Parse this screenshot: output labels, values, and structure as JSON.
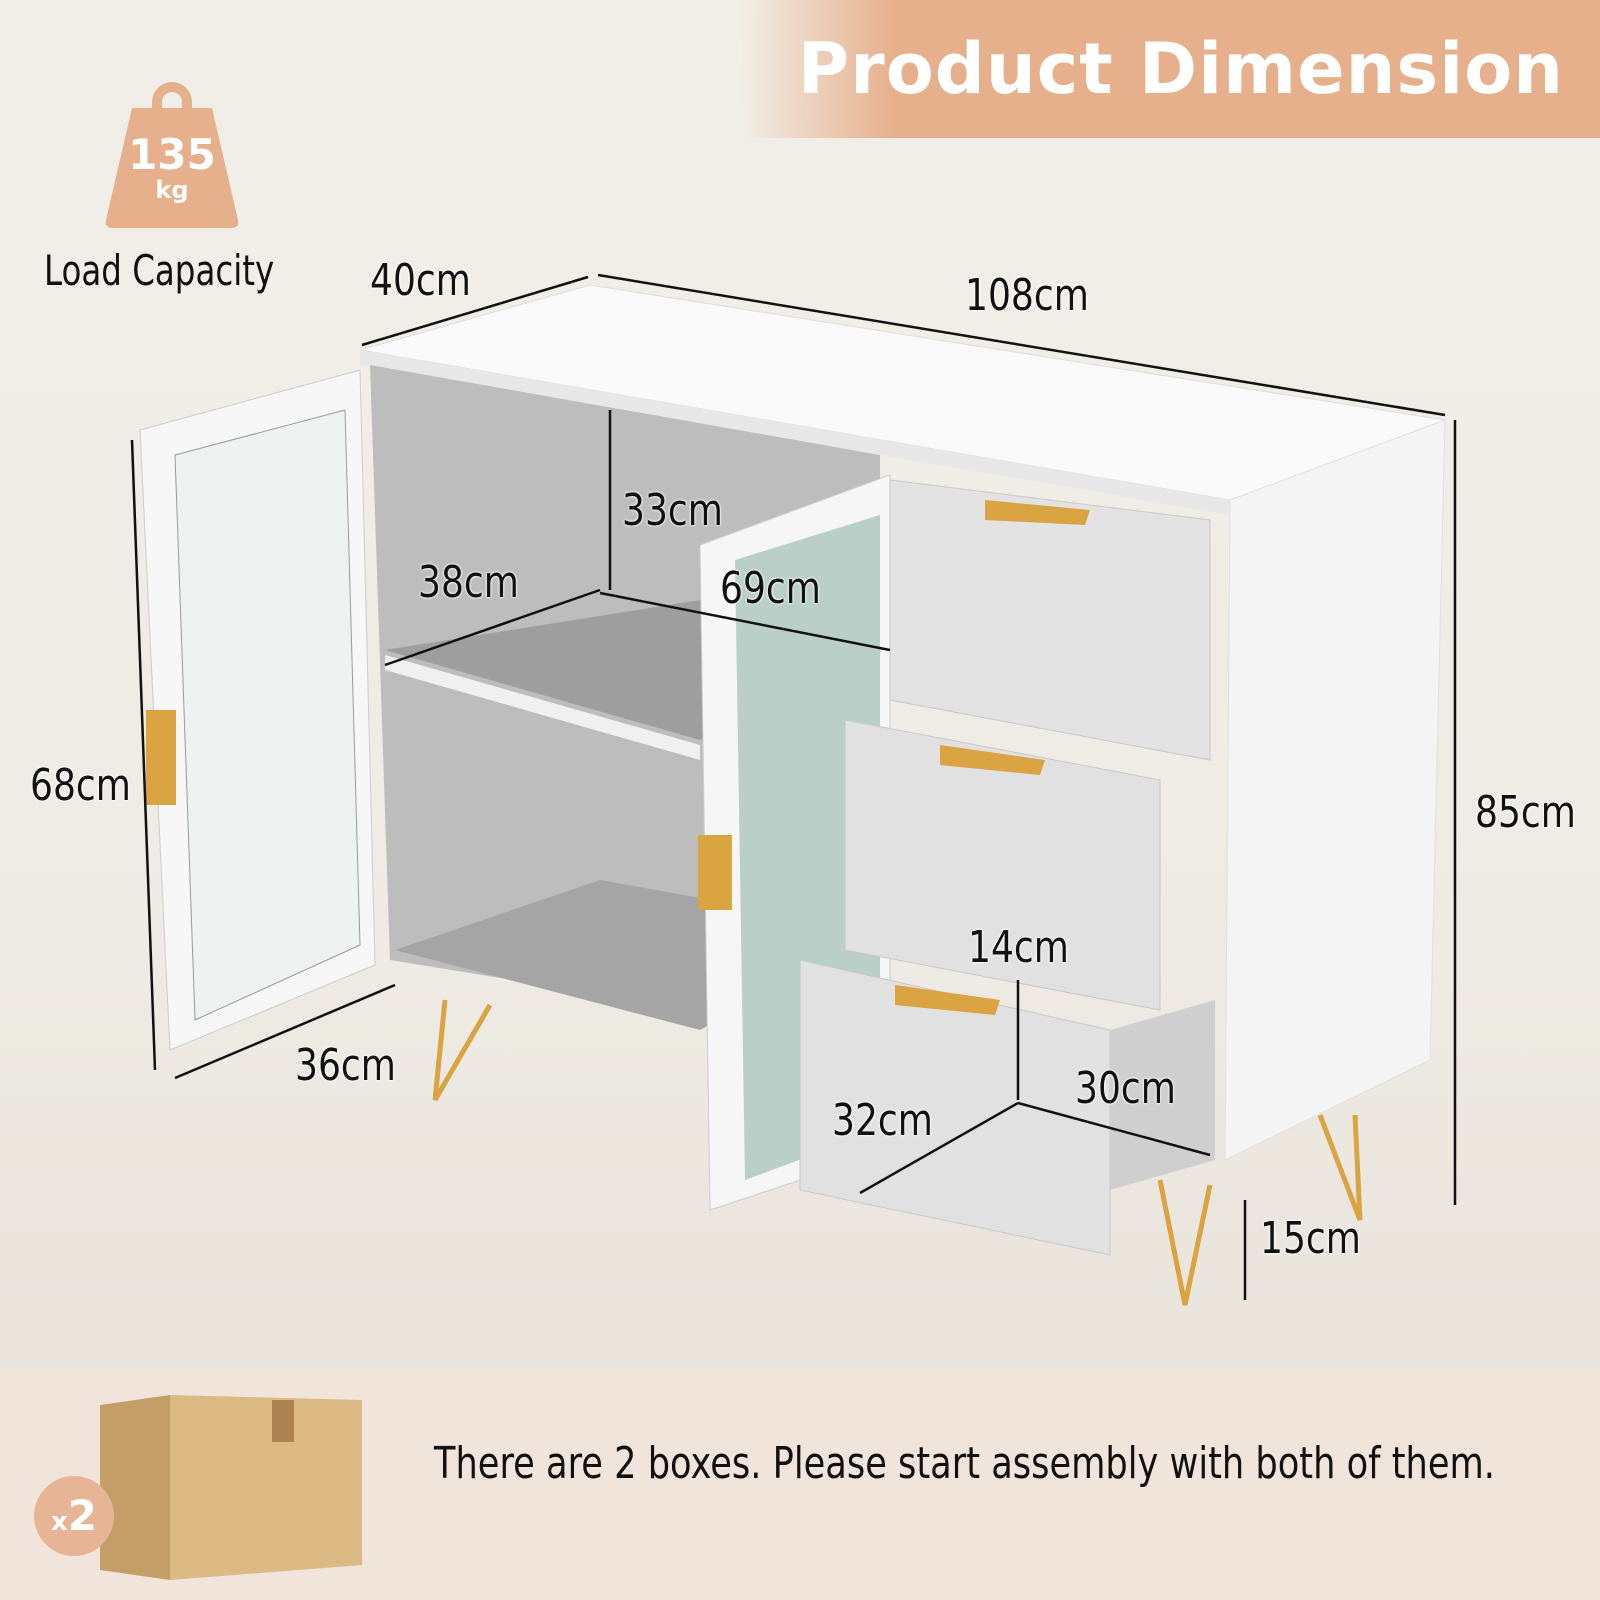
{
  "header": {
    "title": "Product Dimension"
  },
  "load_capacity": {
    "value": "135",
    "unit": "kg",
    "label": "Load Capacity",
    "icon": "weight-icon"
  },
  "dimensions": {
    "depth": "40cm",
    "width": "108cm",
    "height": "85cm",
    "door_height": "68cm",
    "door_width": "36cm",
    "shelf_height": "33cm",
    "shelf_depth": "38cm",
    "shelf_width": "69cm",
    "drawer_height": "14cm",
    "drawer_depth": "30cm",
    "drawer_width": "32cm",
    "leg_height": "15cm"
  },
  "footer": {
    "text": "There are 2 boxes. Please start assembly with both of them.",
    "box_count_prefix": "x",
    "box_count": "2",
    "icon": "box-icon"
  },
  "colors": {
    "accent": "#e6b08c",
    "handle": "#d9a441",
    "cabinet": "#ffffff"
  }
}
